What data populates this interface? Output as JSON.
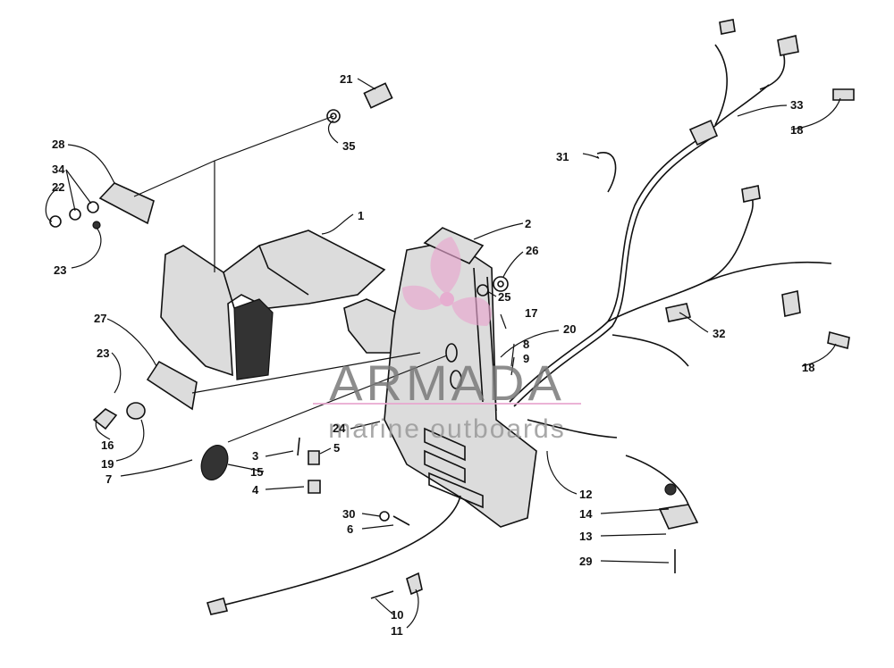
{
  "labels": {
    "l1": "1",
    "l2": "2",
    "l3": "3",
    "l4": "4",
    "l5": "5",
    "l6": "6",
    "l7": "7",
    "l8": "8",
    "l9": "9",
    "l10": "10",
    "l11": "11",
    "l12": "12",
    "l13": "13",
    "l14": "14",
    "l15": "15",
    "l16": "16",
    "l17": "17",
    "l18a": "18",
    "l18b": "18",
    "l19": "19",
    "l20": "20",
    "l21": "21",
    "l22": "22",
    "l23a": "23",
    "l23b": "23",
    "l24": "24",
    "l25": "25",
    "l26": "26",
    "l27": "27",
    "l28": "28",
    "l29": "29",
    "l30": "30",
    "l31": "31",
    "l32": "32",
    "l33": "33",
    "l34": "34",
    "l35": "35"
  },
  "watermark": {
    "title": "ARMADA",
    "subtitle": "marine outboards",
    "accent_color": "#e8a6cf"
  }
}
